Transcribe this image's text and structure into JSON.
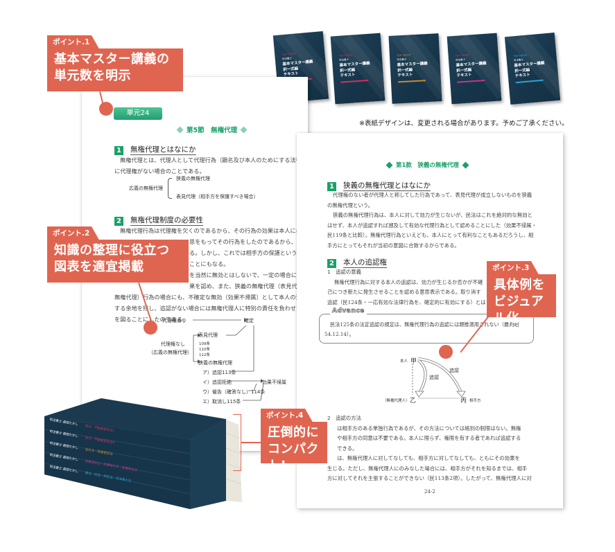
{
  "points": [
    {
      "label": "ポイント.1",
      "lines": [
        "基本マスター講義の",
        "単元数を明示"
      ]
    },
    {
      "label": "ポイント.2",
      "lines": [
        "知識の整理に役立つ",
        "図表を適宜掲載"
      ]
    },
    {
      "label": "ポイント.3",
      "lines": [
        "具体例を",
        "ビジュアル化"
      ]
    },
    {
      "label": "ポイント.4",
      "lines": [
        "圧倒的に",
        "コンパクト!"
      ]
    }
  ],
  "cover_note": "※表紙デザインは、変更される場合があります。予めご了承ください。",
  "covers": [
    {
      "series": "TEXT BOOK",
      "publisher_small": "司法書士",
      "title_lines": [
        "基本マスター講義",
        "択一式編",
        "テキスト"
      ],
      "accent": "#d4325a"
    },
    {
      "series": "TEXT BOOK",
      "publisher_small": "司法書士",
      "title_lines": [
        "基本マスター講義",
        "択一式編",
        "テキスト"
      ],
      "accent": "#d4325a"
    },
    {
      "series": "TEXT BOOK",
      "publisher_small": "司法書士",
      "title_lines": [
        "基本マスター講義",
        "択一式編",
        "テキスト"
      ],
      "accent": "#c98a2c"
    },
    {
      "series": "TEXT BOOK",
      "publisher_small": "司法書士",
      "title_lines": [
        "基本マスター講義",
        "択一式編",
        "テキスト"
      ],
      "accent": "#c23a86"
    },
    {
      "series": "TEXT BOOK",
      "publisher_small": "司法書士",
      "title_lines": [
        "基本マスター講義",
        "択一式編",
        "テキスト"
      ],
      "accent": "#2aa6cf"
    }
  ],
  "left_page": {
    "unit_badge": "単元24",
    "section_title": "第5節　無権代理",
    "s1": {
      "num": "1",
      "title": "無権代理とはなにか",
      "text": [
        "無権代理とは、代理人として代理行為（顕名及び本人のためにする法律行為）",
        "に代理権がない場合のことである。"
      ],
      "diagram": {
        "root": "広義の無権代理",
        "branches": [
          "狭義の無権代理",
          "表見代理（相手方を保護すべき場合）"
        ]
      }
    },
    "s2": {
      "num": "2",
      "title": "無権代理制度の必要性",
      "text": [
        "無権代理行為は代理権を欠くのであるから、その行為の効果は本人には帰属し",
        "思をもってその行為をしたのであるから、代理人",
        "る。しかし、これでは相手方の保護という点から問",
        "ことにもなる。",
        "を当然に無効とはしないで、一定の場合には表見",
        "果を認め、また、狭義の無権代理（表見代理が成",
        "無権代理）行為の場合にも、不確定な無効（効果不帰属）として本人の追認に",
        "する余地を残し、追認がない場合には無権代理人に特別の責任を負わせて、相手",
        "を図ることにしたのである。"
      ]
    },
    "flow": {
      "has_authority": "代理権あり",
      "confirmed": "確定",
      "no_authority": "代理権なし",
      "no_authority_sub": "（広義の無権代理）",
      "apparent": "表見代理",
      "articles": [
        "109条",
        "110条",
        "112条"
      ],
      "narrow": "狭義の無権代理",
      "items": [
        "ア）追認113条",
        "イ）追認拒絶",
        "ウ）催告（確答なし）114条",
        "エ）取消し115条"
      ],
      "no_effect": "効果不帰属"
    }
  },
  "right_page": {
    "section_title": "第1款　狭義の無権代理",
    "s1": {
      "num": "1",
      "title": "狭義の無権代理とはなにか",
      "text": [
        "代理権のない者が代理人と称してした行為であって、表見代理が成立しないものを狭義",
        "の無権代理という。",
        "狭義の無権代理行為は、本人に対して効力が生じないが、民法はこれを絶対的な無効と",
        "はせず、本人が追認すれば遡及して有効な代理行為として認めることにした（効果不帰属・",
        "民119条と比較）。無権代理行為といえども、本人にとって有利なこともあるだろうし、相",
        "手方にとってもそれが当初の意図に合致するからである。"
      ]
    },
    "s2": {
      "num": "2",
      "title": "本人の追認権",
      "sub1": "1　追認の意義",
      "text": [
        "無権代理行為に対する本人の追認は、効力が生じるか否かが不確",
        "己につき新たに発生させることを認める意思表示である。取り消す",
        "追認（民124条・一応有効な法律行為を、確定的に有効にする）とは"
      ]
    },
    "advance": {
      "label": "Advance",
      "text": [
        "民法125条の法定追認の規定は、無権代理行為の追認には類推適用されない（最判昭",
        "54.12.14）。"
      ]
    },
    "diagram": {
      "principal_label": "本人",
      "principal": "甲",
      "agent_label": "（無権代理人）",
      "agent": "乙",
      "third": "丙",
      "third_label": "相手方",
      "ratify1": "追認",
      "ratify2": "追認"
    },
    "sub2": "2　追認の方法",
    "text2": [
      "は相手方のある単独行為であるが、その方法については格別の制限はない。無権",
      "や相手方の同意は不要である。本人に限らず、権限を有する者であれば追認する",
      "できる。",
      "は、無権代理人に対してなしても、相手方に対してなしても、ともにその効果を",
      "生じる。ただし、無権代理人にのみなした場合には、相手方がそれを知るまでは、相手",
      "方に対してそれを主張することができない（民113条2項）。したがって、無権代理人に対"
    ],
    "page_number": "24-2"
  },
  "book_stack": {
    "spines": [
      {
        "author": "司法書士 森田たかし",
        "subject": "民法・不動産登記法Ⅰ",
        "color": "#d4325a"
      },
      {
        "author": "司法書士 森田たかし",
        "subject": "民法・不動産登記法Ⅱ",
        "color": "#d4325a"
      },
      {
        "author": "司法書士 森田たかし",
        "subject": "会社法・商業登記法",
        "color": "#c98a2c"
      },
      {
        "author": "司法書士 森田たかし",
        "subject": "民事訴訟法・民事執行法・民事保全法",
        "color": "#c23a86"
      },
      {
        "author": "司法書士 森田たかし",
        "subject": "憲法・刑法・供託法・司法書士法",
        "color": "#2aa6cf"
      }
    ]
  },
  "colors": {
    "accent": "#e06550",
    "green": "#1aa06a",
    "navy": "#17354a"
  }
}
